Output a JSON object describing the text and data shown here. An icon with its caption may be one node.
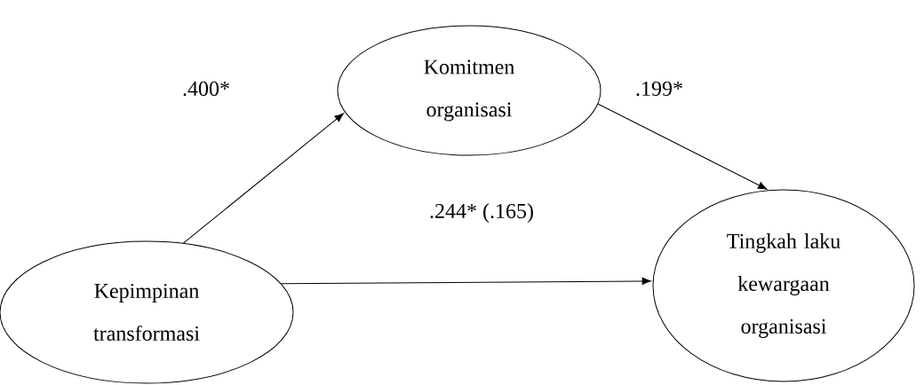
{
  "diagram": {
    "nodes": [
      {
        "text": [
          "Kepimpinan transformasi"
        ]
      },
      {
        "text": [
          "Komitmen organisasi"
        ]
      },
      {
        "text": [
          "Tingkah laku kewargaan organisasi"
        ]
      }
    ],
    "edges": [
      {
        "from": 0,
        "to": 1,
        "arrow": "to",
        "label": ".400*"
      },
      {
        "from": 1,
        "to": 2,
        "arrow": "to",
        "label": ".199*"
      },
      {
        "from": 0,
        "to": 2,
        "arrow": "to",
        "label": ".244* (.165)"
      }
    ]
  }
}
